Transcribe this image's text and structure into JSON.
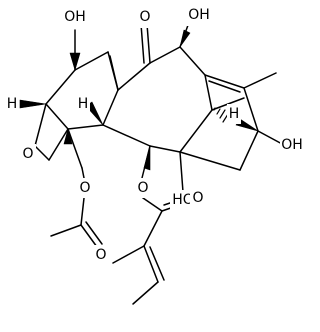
{
  "molecule": {
    "labels": {
      "oh_top_left": "OH",
      "oh_top_right": "OH",
      "oh_right": "OH",
      "oh_bottom": "HO",
      "ketone_o": "O",
      "oxetane_o": "O",
      "acetyl_ester_o": "O",
      "acetyl_carbonyl_o": "O",
      "ester_o": "O",
      "ester_carbonyl_o": "O",
      "h_left": "H",
      "h_center": "H",
      "h_right": "H"
    }
  }
}
